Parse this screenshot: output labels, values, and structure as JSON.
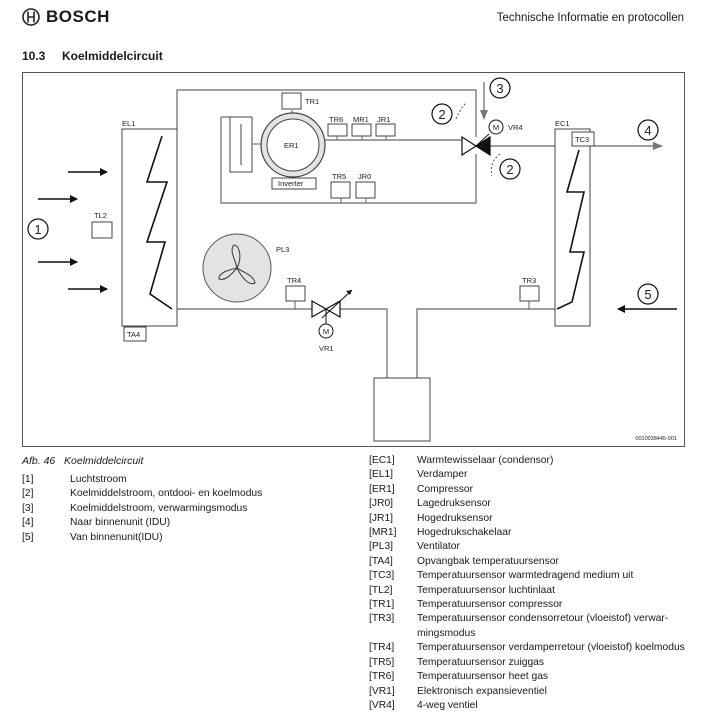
{
  "header": {
    "brand": "BOSCH",
    "right_title": "Technische Informatie en protocollen"
  },
  "section": {
    "number": "10.3",
    "title": "Koelmiddelcircuit"
  },
  "diagram": {
    "labels": {
      "EL1": "EL1",
      "EC1": "EC1",
      "TL2": "TL2",
      "TA4": "TA4",
      "PL3": "PL3",
      "TR1": "TR1",
      "ER1": "ER1",
      "inverter": "Inverter",
      "TR6": "TR6",
      "MR1": "MR1",
      "JR1": "JR1",
      "TR5": "TR5",
      "JR0": "JR0",
      "VR4": "VR4",
      "TC3": "TC3",
      "TR4": "TR4",
      "VR1": "VR1",
      "TR3": "TR3",
      "motor": "M",
      "code": "0010038445-001"
    },
    "callouts": {
      "c1": "1",
      "c2": "2",
      "c3": "3",
      "c4": "4",
      "c5": "5"
    }
  },
  "caption": {
    "label": "Afb. 46",
    "title": "Koelmiddelcircuit"
  },
  "legend_left": [
    {
      "key": "[1]",
      "text": "Luchtstroom"
    },
    {
      "key": "[2]",
      "text": "Koelmiddelstroom, ontdooi- en koelmodus"
    },
    {
      "key": "[3]",
      "text": "Koelmiddelstroom, verwarmingsmodus"
    },
    {
      "key": "[4]",
      "text": "Naar binnenunit (IDU)"
    },
    {
      "key": "[5]",
      "text": "Van binnenunit(IDU)"
    }
  ],
  "legend_right": [
    {
      "key": "[EC1]",
      "text": "Warmtewisselaar (condensor)"
    },
    {
      "key": "[EL1]",
      "text": "Verdamper"
    },
    {
      "key": "[ER1]",
      "text": "Compressor"
    },
    {
      "key": "[JR0]",
      "text": "Lagedruksensor"
    },
    {
      "key": "[JR1]",
      "text": "Hogedruksensor"
    },
    {
      "key": "[MR1]",
      "text": "Hogedrukschakelaar"
    },
    {
      "key": "[PL3]",
      "text": "Ventilator"
    },
    {
      "key": "[TA4]",
      "text": "Opvangbak temperatuursensor"
    },
    {
      "key": "[TC3]",
      "text": "Temperatuursensor warmtedragend medium uit"
    },
    {
      "key": "[TL2]",
      "text": "Temperatuursensor luchtinlaat"
    },
    {
      "key": "[TR1]",
      "text": "Temperatuursensor compressor"
    },
    {
      "key": "[TR3]",
      "text": "Temperatuursensor condensorretour (vloeistof) verwar-"
    },
    {
      "key": "",
      "text": "mingsmodus"
    },
    {
      "key": "[TR4]",
      "text": "Temperatuursensor verdamperretour (vloeistof) koelmodus"
    },
    {
      "key": "[TR5]",
      "text": "Temperatuursensor zuiggas"
    },
    {
      "key": "[TR6]",
      "text": "Temperatuursensor heet gas"
    },
    {
      "key": "[VR1]",
      "text": "Elektronisch expansieventiel"
    },
    {
      "key": "[VR4]",
      "text": "4-weg ventiel"
    }
  ]
}
